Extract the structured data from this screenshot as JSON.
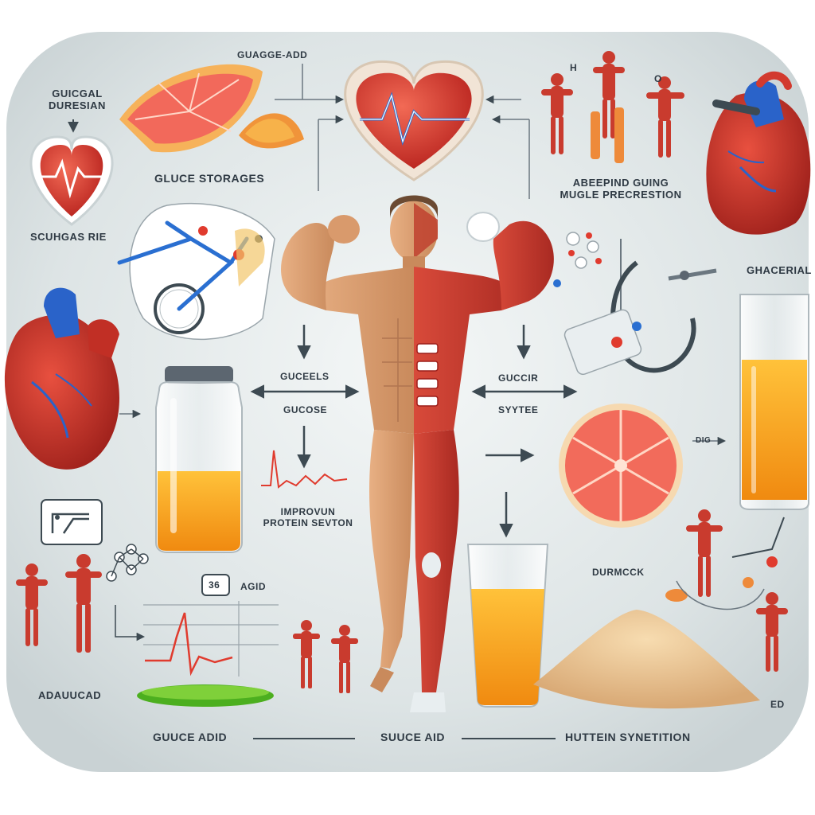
{
  "labels": {
    "top_center": "GUAGGE-ADD",
    "top_left_title": "GUICGAL\nDURESIAN",
    "glucose_storage": "GLUCE STORAGES",
    "left_mid": "SCUHGAS RIE",
    "muscle_prep": "ABEEPIND GUING\nMUGLE PRECRESTION",
    "right_top": "GHACERIAL",
    "center_left_1": "GUCEELS",
    "center_left_2": "GUCOSE",
    "center_right_1": "GUCCIR",
    "center_right_2": "SYYTEE",
    "improving": "IMPROVUN\nPROTEIN SEVTON",
    "dig": "DIG",
    "durmcck": "DURMCCK",
    "adaducad": "ADAUUCAD",
    "gauge_number": "36",
    "agid": "AGID",
    "ed": "ED",
    "bottom_left": "GUUCE ADID",
    "bottom_center": "SUUCE AID",
    "bottom_right": "HUTTEIN SYNETITION",
    "h_letter": "H",
    "o_letter": "O"
  },
  "colors": {
    "panel": "#dfe5e6",
    "heart_red": "#d6332b",
    "muscle_red": "#c73a2d",
    "skin": "#d99a6c",
    "juice": "#f5a623",
    "grapefruit": "#f26b5b",
    "arrow": "#3d4a52",
    "vein_blue": "#2a6fd1",
    "grass": "#4caf1f",
    "powder": "#e8c898"
  }
}
